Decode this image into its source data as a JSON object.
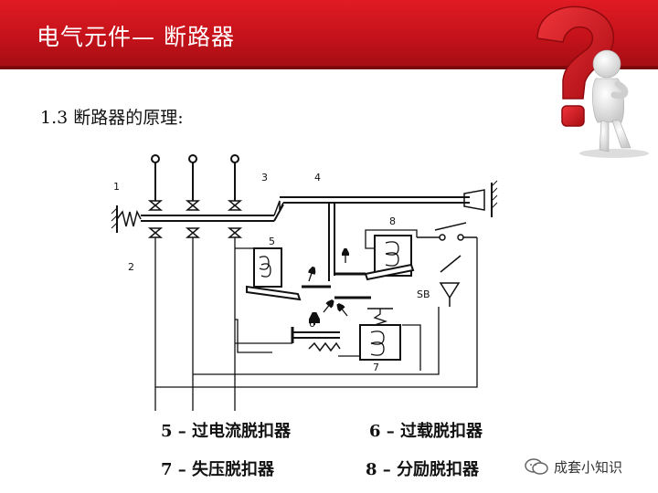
{
  "header": {
    "title": "电气元件— 断路器"
  },
  "section": {
    "subtitle": "1.3 断路器的原理:"
  },
  "diagram": {
    "labels": {
      "n1": "1",
      "n2": "2",
      "n3": "3",
      "n4": "4",
      "n5": "5",
      "n6": "6",
      "n7": "7",
      "n8": "8",
      "sb": "SB"
    }
  },
  "legend": {
    "item5": "5 – 过电流脱扣器",
    "item6": "6 – 过载脱扣器",
    "item7": "7 – 失压脱扣器",
    "item8": "8 – 分励脱扣器"
  },
  "watermark": {
    "text": "成套小知识"
  },
  "colors": {
    "header_red": "#c4121a",
    "question_mark": "#d8141c",
    "line": "#111111"
  }
}
